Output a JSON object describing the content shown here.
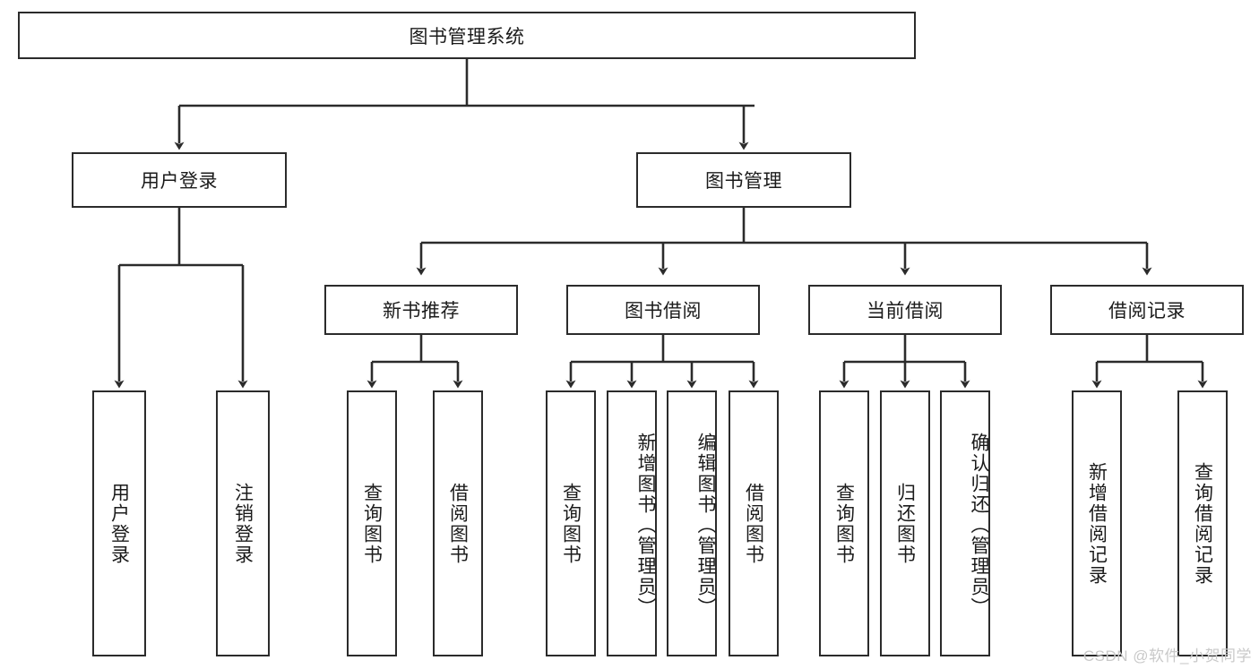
{
  "diagram": {
    "type": "tree-hierarchy",
    "title": "图书管理系统",
    "root": {
      "id": "root",
      "label": "图书管理系统",
      "orientation": "horizontal"
    },
    "level2": [
      {
        "id": "user-login",
        "label": "用户登录",
        "orientation": "horizontal"
      },
      {
        "id": "book-manage",
        "label": "图书管理",
        "orientation": "horizontal"
      }
    ],
    "level3": [
      {
        "id": "new-book-rec",
        "label": "新书推荐",
        "orientation": "horizontal",
        "parent": "book-manage"
      },
      {
        "id": "book-borrow",
        "label": "图书借阅",
        "orientation": "horizontal",
        "parent": "book-manage"
      },
      {
        "id": "current-borrow",
        "label": "当前借阅",
        "orientation": "horizontal",
        "parent": "book-manage"
      },
      {
        "id": "borrow-record",
        "label": "借阅记录",
        "orientation": "horizontal",
        "parent": "book-manage"
      }
    ],
    "leaves": [
      {
        "id": "leaf-user-login",
        "label": "用户登录",
        "parent": "user-login"
      },
      {
        "id": "leaf-logout-login",
        "label": "注销登录",
        "parent": "user-login"
      },
      {
        "id": "leaf-query-book-1",
        "label": "查询图书",
        "parent": "new-book-rec"
      },
      {
        "id": "leaf-borrow-book-1",
        "label": "借阅图书",
        "parent": "new-book-rec"
      },
      {
        "id": "leaf-query-book-2",
        "label": "查询图书",
        "parent": "book-borrow"
      },
      {
        "id": "leaf-add-book",
        "label": "新增图书（管理员）",
        "parent": "book-borrow"
      },
      {
        "id": "leaf-edit-book",
        "label": "编辑图书（管理员）",
        "parent": "book-borrow"
      },
      {
        "id": "leaf-borrow-book-2",
        "label": "借阅图书",
        "parent": "book-borrow"
      },
      {
        "id": "leaf-query-book-3",
        "label": "查询图书",
        "parent": "current-borrow"
      },
      {
        "id": "leaf-return-book",
        "label": "归还图书",
        "parent": "current-borrow"
      },
      {
        "id": "leaf-confirm-return",
        "label": "确认归还（管理员）",
        "parent": "current-borrow"
      },
      {
        "id": "leaf-add-record",
        "label": "新增借阅记录",
        "parent": "borrow-record"
      },
      {
        "id": "leaf-query-record",
        "label": "查询借阅记录",
        "parent": "borrow-record"
      }
    ]
  },
  "watermark": {
    "text": "CSDN @软件_小贺同学"
  },
  "colors": {
    "stroke": "#2b2b2b",
    "fill": "#ffffff",
    "text": "#1b1b1b",
    "watermark": "#c9c9c9"
  }
}
